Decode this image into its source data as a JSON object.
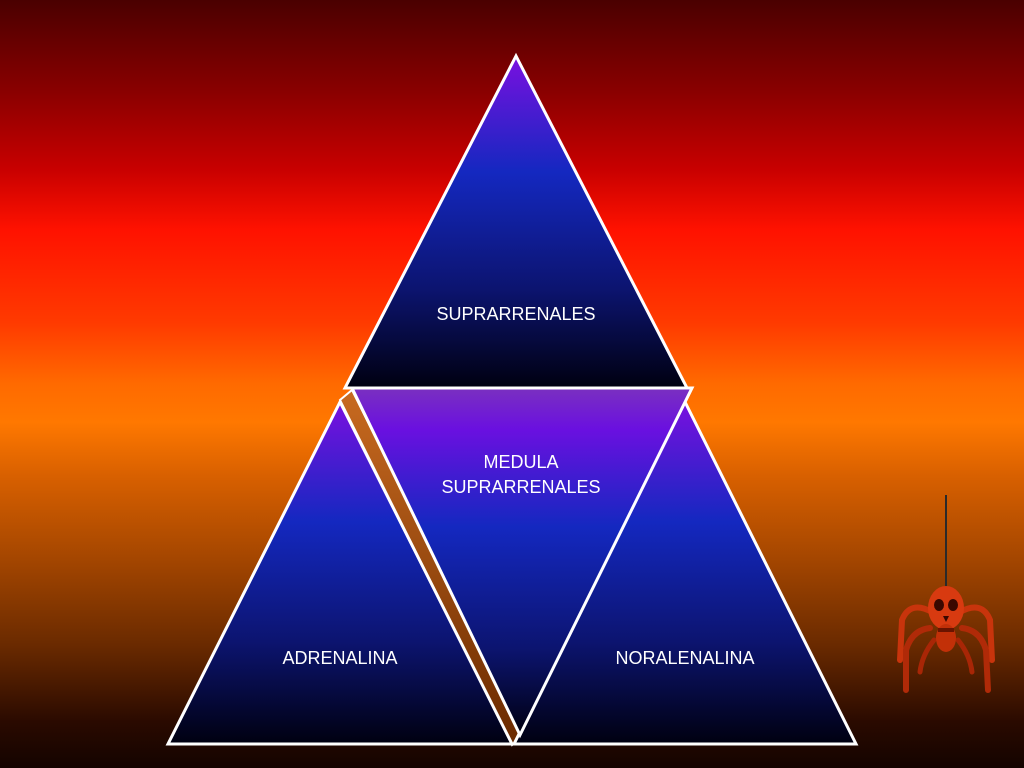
{
  "diagram": {
    "top": {
      "label": "SUPRARRENALES"
    },
    "center": {
      "label_line1": "MEDULA",
      "label_line2": "SUPRARRENALES"
    },
    "left": {
      "label": "ADRENALINA"
    },
    "right": {
      "label": "NORALENALINA"
    }
  },
  "colors": {
    "triangle_top": "#7a10e0",
    "triangle_mid": "#1428c0",
    "triangle_bottom": "#000010",
    "outline": "#ffffff",
    "text": "#ffffff",
    "spider": "#d83a10"
  },
  "icons": {
    "decoration": "spider-skull-icon"
  }
}
